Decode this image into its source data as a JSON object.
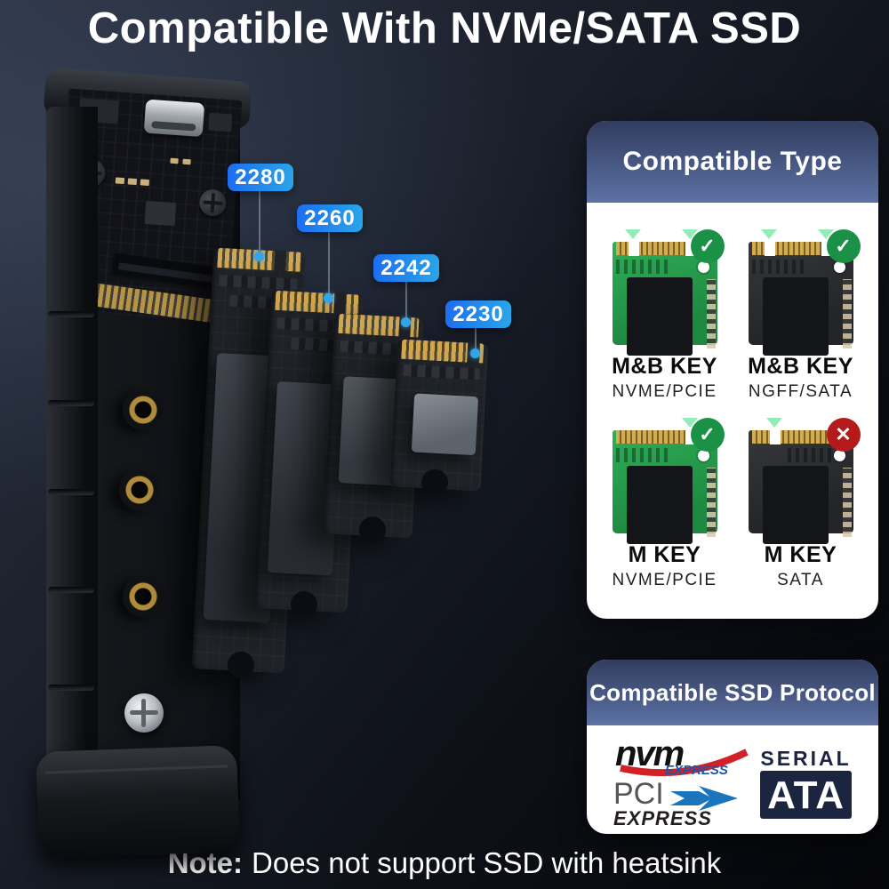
{
  "title": "Compatible With NVMe/SATA SSD",
  "note": {
    "label": "Note:",
    "text": "Does not support SSD with heatsink"
  },
  "size_labels": [
    {
      "label": "2280"
    },
    {
      "label": "2260"
    },
    {
      "label": "2242"
    },
    {
      "label": "2230"
    }
  ],
  "type_card": {
    "title": "Compatible Type",
    "items": [
      {
        "key": "M&B KEY",
        "protocol": "NVME/PCIE",
        "status": "supported",
        "glyph": "✓"
      },
      {
        "key": "M&B KEY",
        "protocol": "NGFF/SATA",
        "status": "supported",
        "glyph": "✓"
      },
      {
        "key": "M KEY",
        "protocol": "NVME/PCIE",
        "status": "supported",
        "glyph": "✓"
      },
      {
        "key": "M KEY",
        "protocol": "SATA",
        "status": "not-supported",
        "glyph": "✕"
      }
    ]
  },
  "protocol_card": {
    "title": "Compatible SSD Protocol",
    "nvm_logo": {
      "word": "nvm",
      "sub": "EXPRESS"
    },
    "pci_logo": {
      "word": "PCI",
      "sub": "EXPRESS"
    },
    "sata_logo": {
      "top": "SERIAL",
      "main": "ATA"
    }
  },
  "colors": {
    "accent_blue": "#1d6ef0",
    "accent_blue_light": "#2aa5e8",
    "header_gradient_top": "#313c5e",
    "header_gradient_bottom": "#5d72a5",
    "check_green": "#1b9148",
    "cross_red": "#b51a1a",
    "pcb_green": "#2fae58",
    "background_dark": "#0e1118"
  }
}
